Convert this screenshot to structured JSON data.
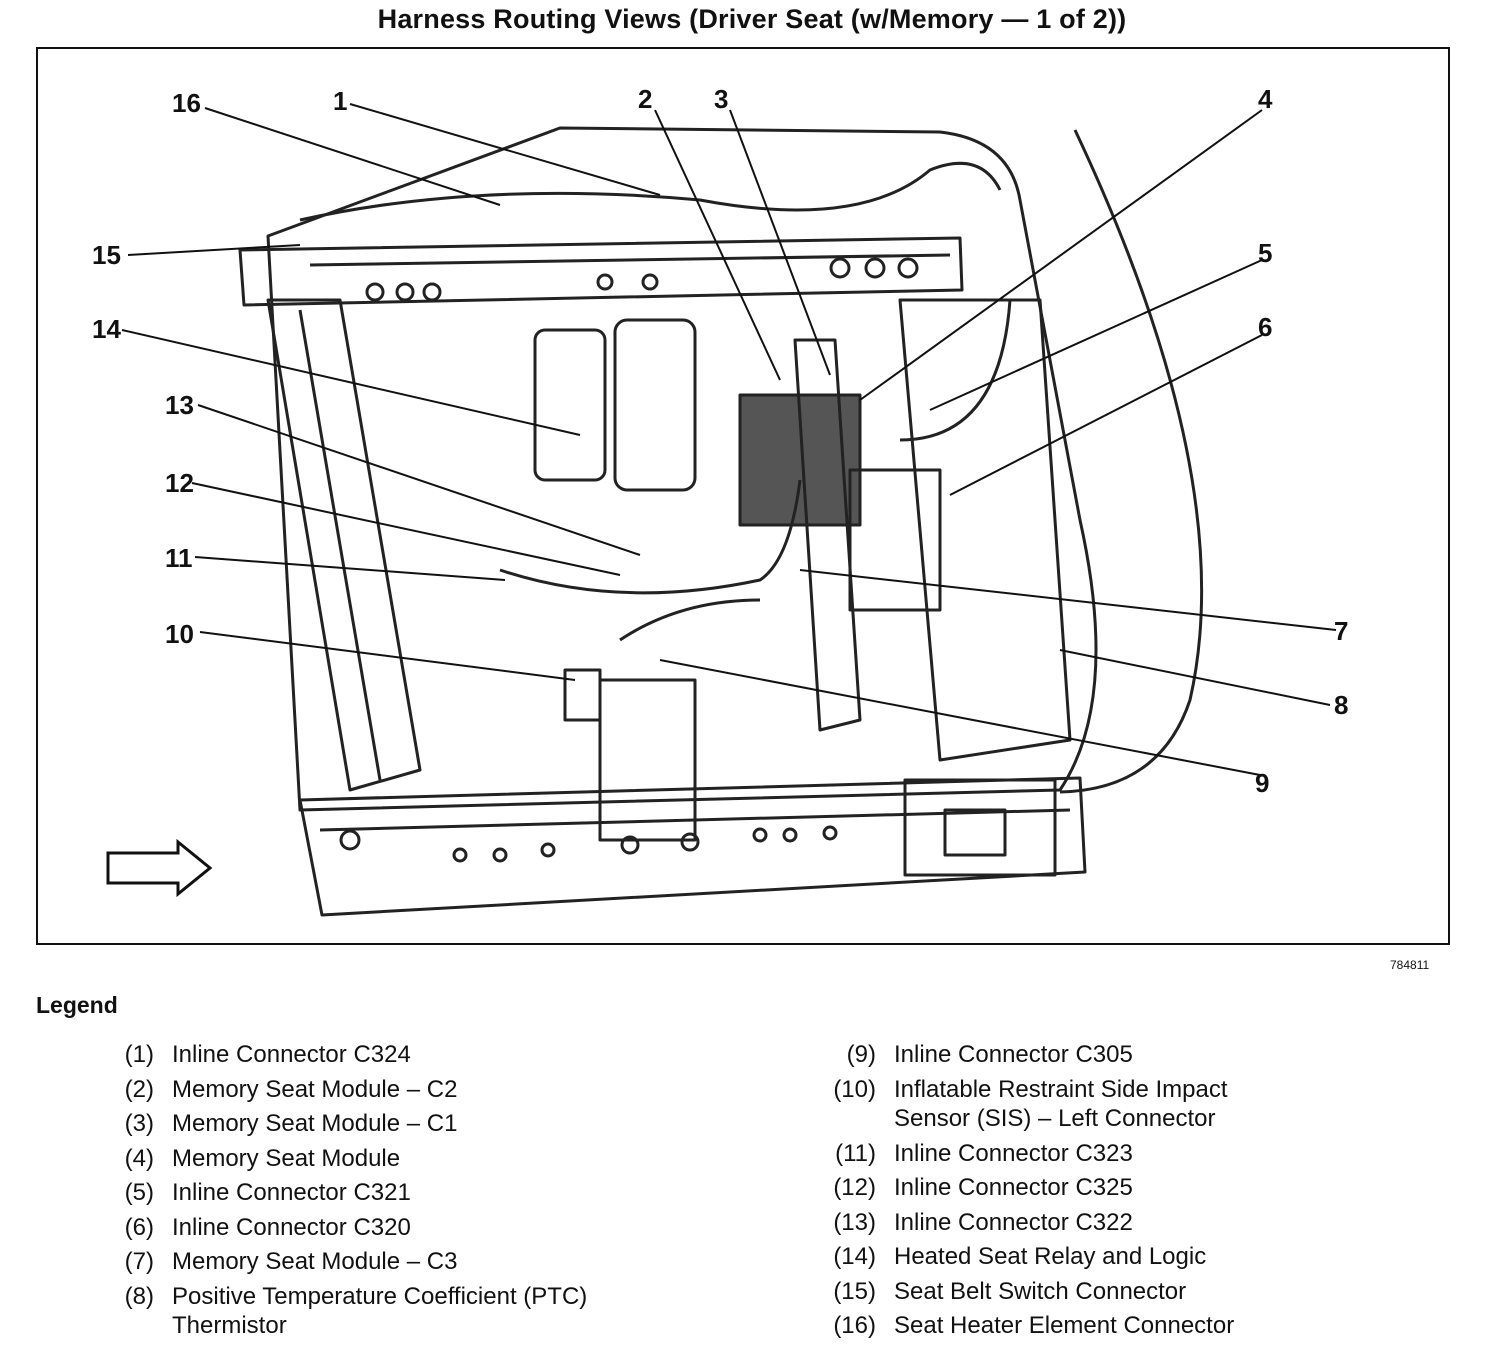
{
  "title": "Harness Routing Views (Driver Seat (w/Memory — 1 of 2))",
  "figure_id": "784811",
  "callouts": [
    "1",
    "2",
    "3",
    "4",
    "5",
    "6",
    "7",
    "8",
    "9",
    "10",
    "11",
    "12",
    "13",
    "14",
    "15",
    "16"
  ],
  "legend": {
    "heading": "Legend",
    "left": [
      {
        "num": "(1)",
        "text": "Inline Connector C324"
      },
      {
        "num": "(2)",
        "text": "Memory Seat Module – C2"
      },
      {
        "num": "(3)",
        "text": "Memory Seat Module – C1"
      },
      {
        "num": "(4)",
        "text": "Memory Seat Module"
      },
      {
        "num": "(5)",
        "text": "Inline Connector C321"
      },
      {
        "num": "(6)",
        "text": "Inline Connector C320"
      },
      {
        "num": "(7)",
        "text": "Memory Seat Module – C3"
      },
      {
        "num": "(8)",
        "text": "Positive Temperature Coefficient (PTC)\nThermistor"
      }
    ],
    "right": [
      {
        "num": "(9)",
        "text": "Inline Connector C305"
      },
      {
        "num": "(10)",
        "text": "Inflatable Restraint Side Impact\nSensor (SIS) – Left Connector"
      },
      {
        "num": "(11)",
        "text": "Inline Connector C323"
      },
      {
        "num": "(12)",
        "text": "Inline Connector C325"
      },
      {
        "num": "(13)",
        "text": "Inline Connector C322"
      },
      {
        "num": "(14)",
        "text": "Heated Seat Relay and Logic"
      },
      {
        "num": "(15)",
        "text": "Seat Belt Switch Connector"
      },
      {
        "num": "(16)",
        "text": "Seat Heater Element Connector"
      }
    ]
  }
}
